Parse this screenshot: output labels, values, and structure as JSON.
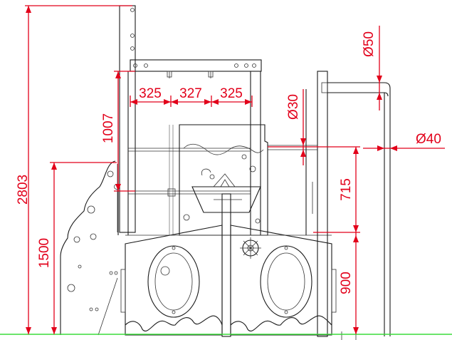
{
  "dimensions": {
    "total_height": "2803",
    "platform_height": "1500",
    "upper_frame_height": "1007",
    "bay_1": "325",
    "bay_2": "327",
    "bay_3": "325",
    "rail_diameter": "Ø30",
    "handrail_diameter": "Ø50",
    "post_diameter": "Ø40",
    "rail_height": "715",
    "deck_height": "900"
  },
  "colors": {
    "dimension": "#e2001a",
    "outline": "#1a1a1a",
    "ground": "#3cdc3c"
  }
}
